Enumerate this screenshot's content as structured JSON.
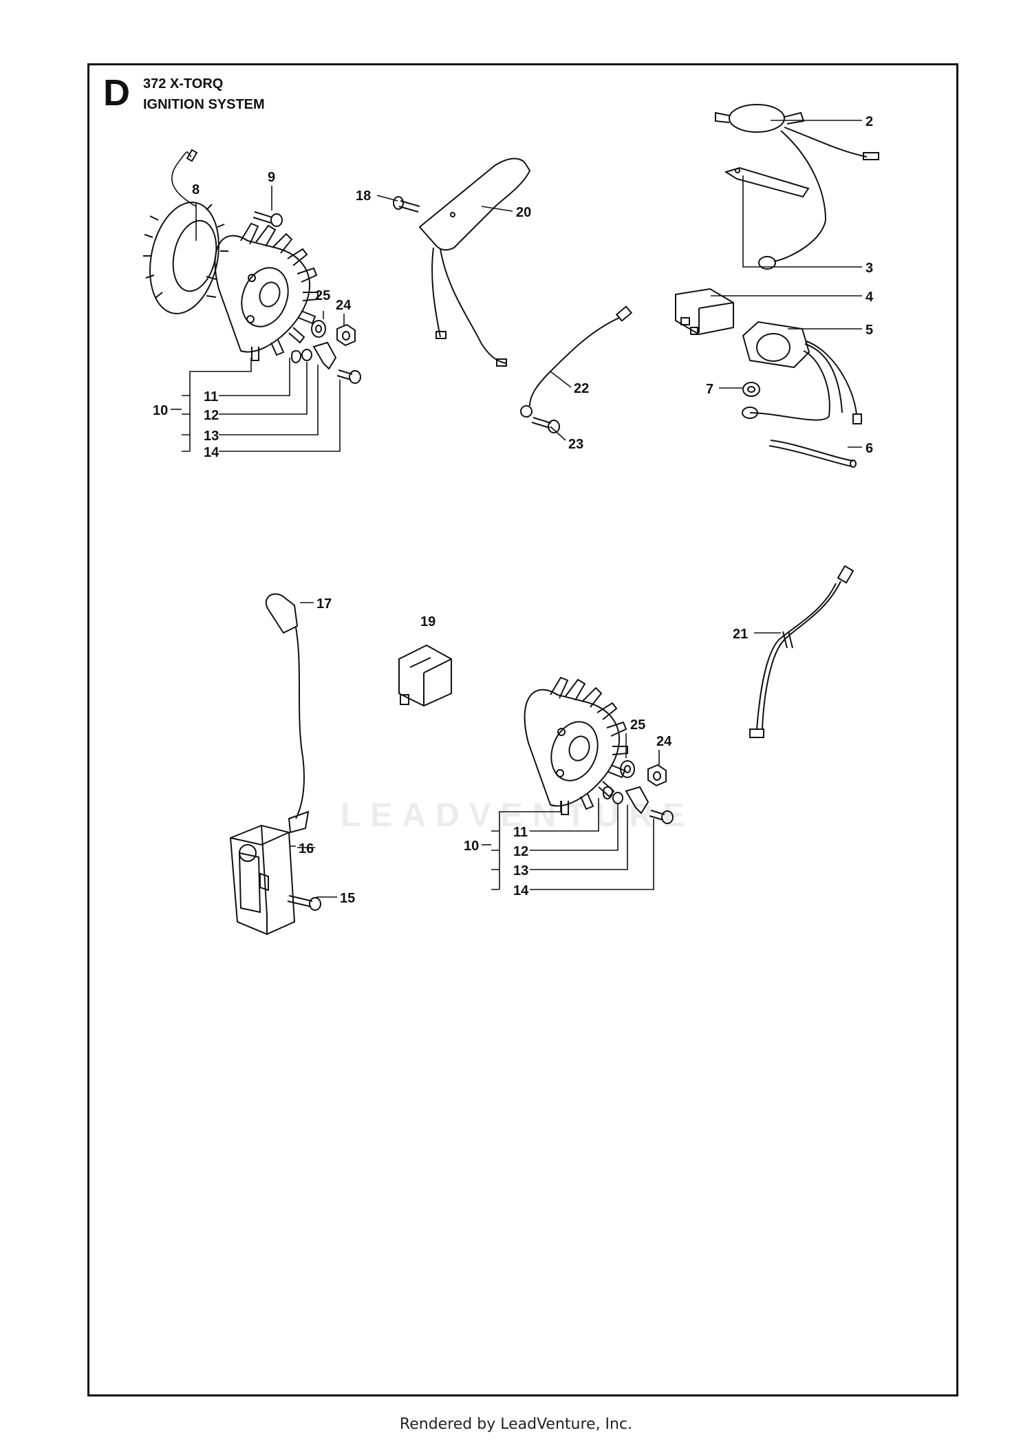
{
  "header": {
    "section_letter": "D",
    "model": "372 X-TORQ",
    "system": "IGNITION SYSTEM"
  },
  "watermark": "LEADVENTURE",
  "footer": "Rendered by LeadVenture, Inc.",
  "callouts": {
    "p2": "2",
    "p3": "3",
    "p4": "4",
    "p5": "5",
    "p6": "6",
    "p7": "7",
    "p8": "8",
    "p9": "9",
    "p10a": "10",
    "p11a": "11",
    "p12a": "12",
    "p13a": "13",
    "p14a": "14",
    "p25a": "25",
    "p24a": "24",
    "p18": "18",
    "p20": "20",
    "p22": "22",
    "p23": "23",
    "p17": "17",
    "p16": "16",
    "p15": "15",
    "p19": "19",
    "p21": "21",
    "p25b": "25",
    "p24b": "24",
    "p10b": "10",
    "p11b": "11",
    "p12b": "12",
    "p13b": "13",
    "p14b": "14"
  }
}
